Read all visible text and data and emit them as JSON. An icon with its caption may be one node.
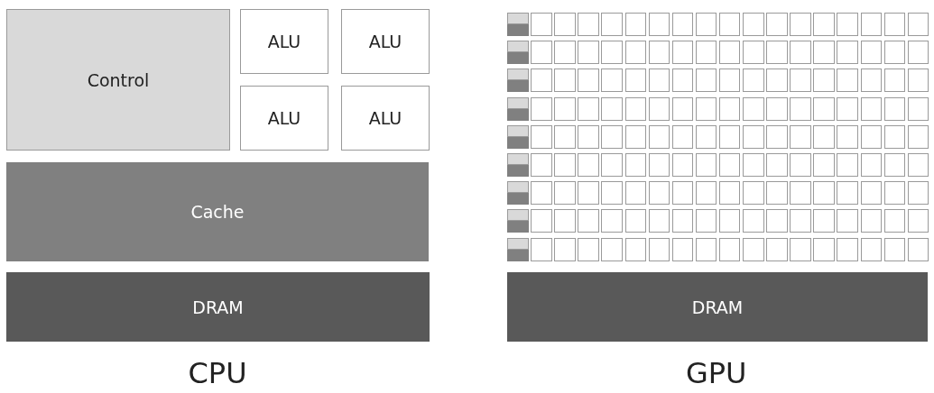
{
  "diagram": {
    "nodes": [
      {
        "text": [
          "Control"
        ]
      },
      {
        "text": [
          "ALU"
        ]
      },
      {
        "text": [
          "ALU"
        ]
      },
      {
        "text": [
          "ALU"
        ]
      },
      {
        "text": [
          "ALU"
        ]
      },
      {
        "text": [
          "Cache"
        ]
      },
      {
        "text": [
          "DRAM"
        ]
      },
      {
        "text": [],
        "shape": "box"
      },
      {
        "text": [],
        "shape": "box"
      },
      {
        "text": [],
        "shape": "box"
      },
      {
        "text": [],
        "shape": "box"
      },
      {
        "text": [],
        "shape": "box"
      },
      {
        "text": [],
        "shape": "box"
      },
      {
        "text": [],
        "shape": "box"
      },
      {
        "text": [],
        "shape": "box"
      },
      {
        "text": [],
        "shape": "box"
      },
      {
        "text": [],
        "shape": "box"
      },
      {
        "text": [],
        "shape": "box"
      },
      {
        "text": [],
        "shape": "box"
      },
      {
        "text": [],
        "shape": "box"
      },
      {
        "text": [],
        "shape": "box"
      },
      {
        "text": [],
        "shape": "box"
      },
      {
        "text": [],
        "shape": "box"
      },
      {
        "text": [],
        "shape": "box"
      },
      {
        "text": [],
        "shape": "box"
      },
      {
        "text": [],
        "shape": "box"
      },
      {
        "text": [],
        "shape": "box"
      },
      {
        "text": [],
        "shape": "box"
      },
      {
        "text": [],
        "shape": "box"
      },
      {
        "text": [],
        "shape": "box"
      },
      {
        "text": [],
        "shape": "box"
      },
      {
        "text": [],
        "shape": "box"
      },
      {
        "text": [],
        "shape": "box"
      },
      {
        "text": [],
        "shape": "box"
      },
      {
        "text": [],
        "shape": "box"
      },
      {
        "text": [],
        "shape": "box"
      },
      {
        "text": [],
        "shape": "box"
      },
      {
        "text": [],
        "shape": "box"
      },
      {
        "text": [],
        "shape": "box"
      },
      {
        "text": [],
        "shape": "box"
      },
      {
        "text": [],
        "shape": "box"
      },
      {
        "text": [],
        "shape": "box"
      },
      {
        "text": [],
        "shape": "box"
      },
      {
        "text": [],
        "shape": "box"
      },
      {
        "text": [],
        "shape": "box"
      },
      {
        "text": [],
        "shape": "box"
      },
      {
        "text": [],
        "shape": "box"
      },
      {
        "text": [],
        "shape": "box"
      },
      {
        "text": [],
        "shape": "box"
      },
      {
        "text": [],
        "shape": "box"
      },
      {
        "text": [],
        "shape": "box"
      },
      {
        "text": [],
        "shape": "box"
      },
      {
        "text": [],
        "shape": "box"
      },
      {
        "text": [],
        "shape": "box"
      },
      {
        "text": [],
        "shape": "box"
      },
      {
        "text": [],
        "shape": "box"
      },
      {
        "text": [],
        "shape": "box"
      },
      {
        "text": [],
        "shape": "box"
      },
      {
        "text": [],
        "shape": "box"
      },
      {
        "text": [],
        "shape": "box"
      },
      {
        "text": [],
        "shape": "box"
      },
      {
        "text": [],
        "shape": "box"
      },
      {
        "text": [],
        "shape": "box"
      },
      {
        "text": [],
        "shape": "box"
      },
      {
        "text": [],
        "shape": "box"
      },
      {
        "text": [],
        "shape": "box"
      },
      {
        "text": [],
        "shape": "box"
      },
      {
        "text": [],
        "shape": "box"
      },
      {
        "text": [],
        "shape": "box"
      },
      {
        "text": [],
        "shape": "box"
      },
      {
        "text": [],
        "shape": "box"
      },
      {
        "text": [],
        "shape": "box"
      },
      {
        "text": [],
        "shape": "box"
      },
      {
        "text": [],
        "shape": "box"
      },
      {
        "text": [],
        "shape": "box"
      },
      {
        "text": [],
        "shape": "box"
      },
      {
        "text": [],
        "shape": "box"
      },
      {
        "text": [],
        "shape": "box"
      },
      {
        "text": [],
        "shape": "box"
      },
      {
        "text": [],
        "shape": "box"
      },
      {
        "text": [],
        "shape": "box"
      },
      {
        "text": [],
        "shape": "box"
      },
      {
        "text": [],
        "shape": "box"
      },
      {
        "text": [],
        "shape": "box"
      },
      {
        "text": [],
        "shape": "box"
      },
      {
        "text": [],
        "shape": "box"
      },
      {
        "text": [],
        "shape": "box"
      },
      {
        "text": [],
        "shape": "box"
      },
      {
        "text": [],
        "shape": "box"
      },
      {
        "text": [],
        "shape": "box"
      },
      {
        "text": [],
        "shape": "box"
      },
      {
        "text": [],
        "shape": "box"
      },
      {
        "text": [],
        "shape": "box"
      },
      {
        "text": [],
        "shape": "box"
      },
      {
        "text": [],
        "shape": "box"
      },
      {
        "text": [],
        "shape": "box"
      },
      {
        "text": [],
        "shape": "box"
      },
      {
        "text": [],
        "shape": "box"
      },
      {
        "text": [],
        "shape": "box"
      },
      {
        "text": [],
        "shape": "box"
      },
      {
        "text": [],
        "shape": "box"
      },
      {
        "text": [],
        "shape": "box"
      },
      {
        "text": [],
        "shape": "box"
      },
      {
        "text": [],
        "shape": "box"
      },
      {
        "text": [],
        "shape": "box"
      },
      {
        "text": [],
        "shape": "box"
      },
      {
        "text": [],
        "shape": "box"
      },
      {
        "text": [],
        "shape": "box"
      },
      {
        "text": [],
        "shape": "box"
      },
      {
        "text": [],
        "shape": "box"
      },
      {
        "text": [],
        "shape": "box"
      },
      {
        "text": [],
        "shape": "box"
      },
      {
        "text": [],
        "shape": "box"
      },
      {
        "text": [],
        "shape": "box"
      },
      {
        "text": [],
        "shape": "box"
      },
      {
        "text": [],
        "shape": "box"
      },
      {
        "text": [],
        "shape": "box"
      },
      {
        "text": [],
        "shape": "box"
      },
      {
        "text": [],
        "shape": "box"
      },
      {
        "text": [],
        "shape": "box"
      },
      {
        "text": [],
        "shape": "box"
      },
      {
        "text": [],
        "shape": "box"
      },
      {
        "text": [],
        "shape": "box"
      },
      {
        "text": [],
        "shape": "box"
      },
      {
        "text": [],
        "shape": "box"
      },
      {
        "text": [],
        "shape": "box"
      },
      {
        "text": [],
        "shape": "box"
      },
      {
        "text": [],
        "shape": "box"
      },
      {
        "text": [],
        "shape": "box"
      },
      {
        "text": [],
        "shape": "box"
      },
      {
        "text": [],
        "shape": "box"
      },
      {
        "text": [],
        "shape": "box"
      },
      {
        "text": [],
        "shape": "box"
      },
      {
        "text": [],
        "shape": "box"
      },
      {
        "text": [],
        "shape": "box"
      },
      {
        "text": [],
        "shape": "box"
      },
      {
        "text": [],
        "shape": "box"
      },
      {
        "text": [],
        "shape": "box"
      },
      {
        "text": [],
        "shape": "box"
      },
      {
        "text": [],
        "shape": "box"
      },
      {
        "text": [],
        "shape": "box"
      },
      {
        "text": [],
        "shape": "box"
      },
      {
        "text": [],
        "shape": "box"
      },
      {
        "text": [],
        "shape": "box"
      },
      {
        "text": [],
        "shape": "box"
      },
      {
        "text": [],
        "shape": "box"
      },
      {
        "text": [],
        "shape": "box"
      },
      {
        "text": [],
        "shape": "box"
      },
      {
        "text": [],
        "shape": "box"
      },
      {
        "text": [],
        "shape": "box"
      },
      {
        "text": [],
        "shape": "box"
      },
      {
        "text": [],
        "shape": "box"
      },
      {
        "text": [],
        "shape": "box"
      },
      {
        "text": [],
        "shape": "box"
      },
      {
        "text": [],
        "shape": "box"
      },
      {
        "text": [],
        "shape": "box"
      },
      {
        "text": [],
        "shape": "box"
      },
      {
        "text": [],
        "shape": "box"
      },
      {
        "text": [],
        "shape": "box"
      },
      {
        "text": [],
        "shape": "box"
      },
      {
        "text": [],
        "shape": "box"
      },
      {
        "text": [],
        "shape": "box"
      },
      {
        "text": [],
        "shape": "box"
      },
      {
        "text": [],
        "shape": "box"
      },
      {
        "text": [],
        "shape": "box"
      },
      {
        "text": [],
        "shape": "box"
      },
      {
        "text": [],
        "shape": "box"
      },
      {
        "text": [],
        "shape": "box"
      },
      {
        "text": [],
        "shape": "box"
      },
      {
        "text": [],
        "shape": "box"
      },
      {
        "text": [],
        "shape": "box"
      },
      {
        "text": [],
        "shape": "box"
      },
      {
        "text": [],
        "shape": "box"
      },
      {
        "text": [],
        "shape": "box"
      },
      {
        "text": [],
        "shape": "box"
      },
      {
        "text": [],
        "shape": "box"
      },
      {
        "text": [],
        "shape": "box"
      },
      {
        "text": [],
        "shape": "box"
      },
      {
        "text": [
          "DRAM"
        ]
      }
    ],
    "labels": [
      "CPU",
      "GPU"
    ]
  }
}
